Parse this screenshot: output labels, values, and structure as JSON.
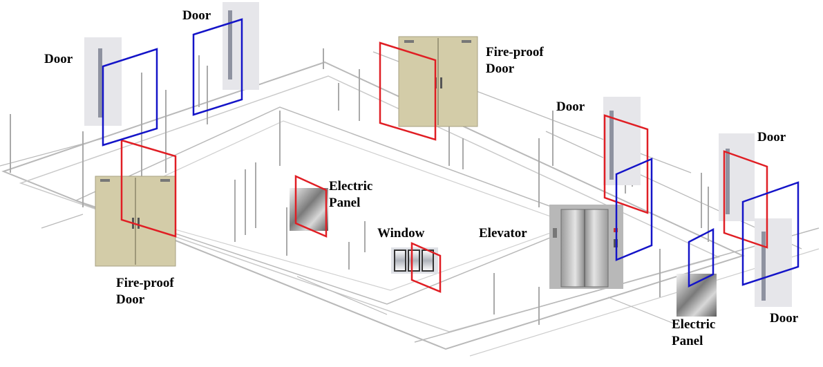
{
  "labels": {
    "door_top_left": [
      "Door"
    ],
    "door_top_center": [
      "Door"
    ],
    "fireproof_top": [
      "Fire-proof",
      "Door"
    ],
    "fireproof_bottom_left": [
      "Fire-proof",
      "Door"
    ],
    "electric_panel_center": [
      "Electric",
      "Panel"
    ],
    "window": [
      "Window"
    ],
    "elevator": [
      "Elevator"
    ],
    "door_right_center": [
      "Door"
    ],
    "door_far_right_top": [
      "Door"
    ],
    "electric_panel_right": [
      "Electric",
      "Panel"
    ],
    "door_far_right_bottom": [
      "Door"
    ]
  },
  "colors": {
    "red_frame": "#e01e24",
    "blue_frame": "#1414c8",
    "wireframe": "#b9b9b9",
    "fireproof_door": "#d3cca8",
    "door_panel": "#e6e6ea"
  }
}
